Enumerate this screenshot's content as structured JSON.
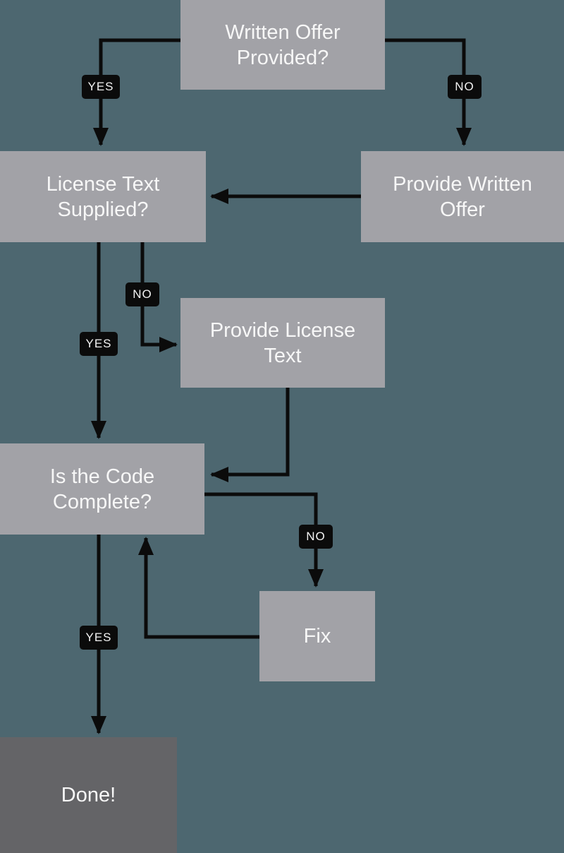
{
  "diagram": {
    "type": "flowchart",
    "colors": {
      "background": "#4d6770",
      "node_fill": "#a2a2a7",
      "terminal_node_fill": "#646467",
      "edge_label_fill": "#0b0b0b",
      "arrow": "#0b0b0b",
      "text": "#f7f7f7"
    },
    "nodes": [
      {
        "id": "written-offer-provided",
        "label": "Written Offer Provided?",
        "type": "decision"
      },
      {
        "id": "license-text-supplied",
        "label": "License Text Supplied?",
        "type": "decision"
      },
      {
        "id": "provide-written-offer",
        "label": "Provide Written Offer",
        "type": "process"
      },
      {
        "id": "provide-license-text",
        "label": "Provide License Text",
        "type": "process"
      },
      {
        "id": "is-the-code-complete",
        "label": "Is the Code Complete?",
        "type": "decision"
      },
      {
        "id": "fix",
        "label": "Fix",
        "type": "process"
      },
      {
        "id": "done",
        "label": "Done!",
        "type": "terminal"
      }
    ],
    "edges": [
      {
        "from": "written-offer-provided",
        "to": "license-text-supplied",
        "label": "YES"
      },
      {
        "from": "written-offer-provided",
        "to": "provide-written-offer",
        "label": "NO"
      },
      {
        "from": "provide-written-offer",
        "to": "license-text-supplied",
        "label": ""
      },
      {
        "from": "license-text-supplied",
        "to": "provide-license-text",
        "label": "NO"
      },
      {
        "from": "license-text-supplied",
        "to": "is-the-code-complete",
        "label": "YES"
      },
      {
        "from": "provide-license-text",
        "to": "is-the-code-complete",
        "label": ""
      },
      {
        "from": "is-the-code-complete",
        "to": "fix",
        "label": "NO"
      },
      {
        "from": "fix",
        "to": "is-the-code-complete",
        "label": ""
      },
      {
        "from": "is-the-code-complete",
        "to": "done",
        "label": "YES"
      }
    ]
  }
}
